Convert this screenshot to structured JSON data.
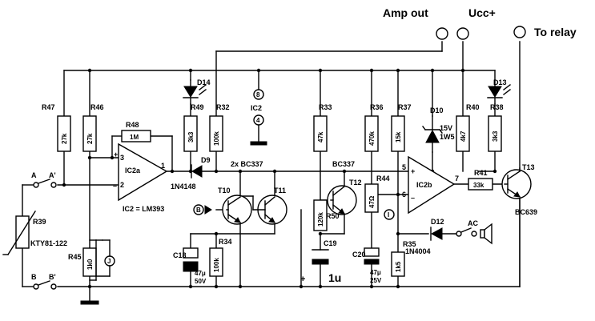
{
  "terminals": {
    "amp_out": "Amp out",
    "ucc": "Ucc+",
    "relay": "To relay",
    "ac": "AC",
    "one_u": "1u",
    "plus": "+"
  },
  "nodes": {
    "a": "A",
    "a_prime": "A'",
    "b": "B",
    "b_prime": "B'",
    "b_marker": "B",
    "j_marker": "J",
    "i_marker": "I"
  },
  "ic": {
    "ic2a": "IC2a",
    "ic2b": "IC2b",
    "ic2": "IC2",
    "ic2_eq": "IC2 = LM393",
    "pin8": "8",
    "pin4": "4",
    "pins": {
      "p1": "1",
      "p2": "2",
      "p3": "3",
      "p5": "5",
      "p6": "6",
      "p7": "7"
    }
  },
  "resistors": {
    "r47": {
      "ref": "R47",
      "value": "27k"
    },
    "r46": {
      "ref": "R46",
      "value": "27k"
    },
    "r48": {
      "ref": "R48",
      "value": "1M"
    },
    "r49": {
      "ref": "R49",
      "value": "3k3"
    },
    "r32": {
      "ref": "R32",
      "value": "100k"
    },
    "r33": {
      "ref": "R33",
      "value": "47k"
    },
    "r36": {
      "ref": "R36",
      "value": "470k"
    },
    "r37": {
      "ref": "R37",
      "value": "15k"
    },
    "r40": {
      "ref": "R40",
      "value": "4k7"
    },
    "r38": {
      "ref": "R38",
      "value": "3k3"
    },
    "r45": {
      "ref": "R45",
      "value": "1k0"
    },
    "r34": {
      "ref": "R34",
      "value": "100k"
    },
    "r50": {
      "ref": "R50",
      "value": "120k"
    },
    "r44": {
      "ref": "R44",
      "value": "47Ω"
    },
    "r35": {
      "ref": "R35",
      "value": "1k5"
    },
    "r41": {
      "ref": "R41",
      "value": "33k"
    },
    "r39": {
      "ref": "R39",
      "value": "KTY81-122"
    }
  },
  "diodes": {
    "d14": "D14",
    "d13": "D13",
    "d9": "D9",
    "d9_type": "1N4148",
    "d10": "D10",
    "d10_v": "15V",
    "d10_w": "1W5",
    "d12": "D12",
    "d12_type": "1N4004"
  },
  "transistors": {
    "pair": "2x BC337",
    "t10": "T10",
    "t11": "T11",
    "t12": "T12",
    "t12_type": "BC337",
    "t13": "T13",
    "t13_type": "BC639"
  },
  "capacitors": {
    "c18": "C18",
    "c18_v1": "47μ",
    "c18_v2": "50V",
    "c19": "C19",
    "c20": "C20",
    "c20_v1": "47μ",
    "c20_v2": "25V"
  }
}
